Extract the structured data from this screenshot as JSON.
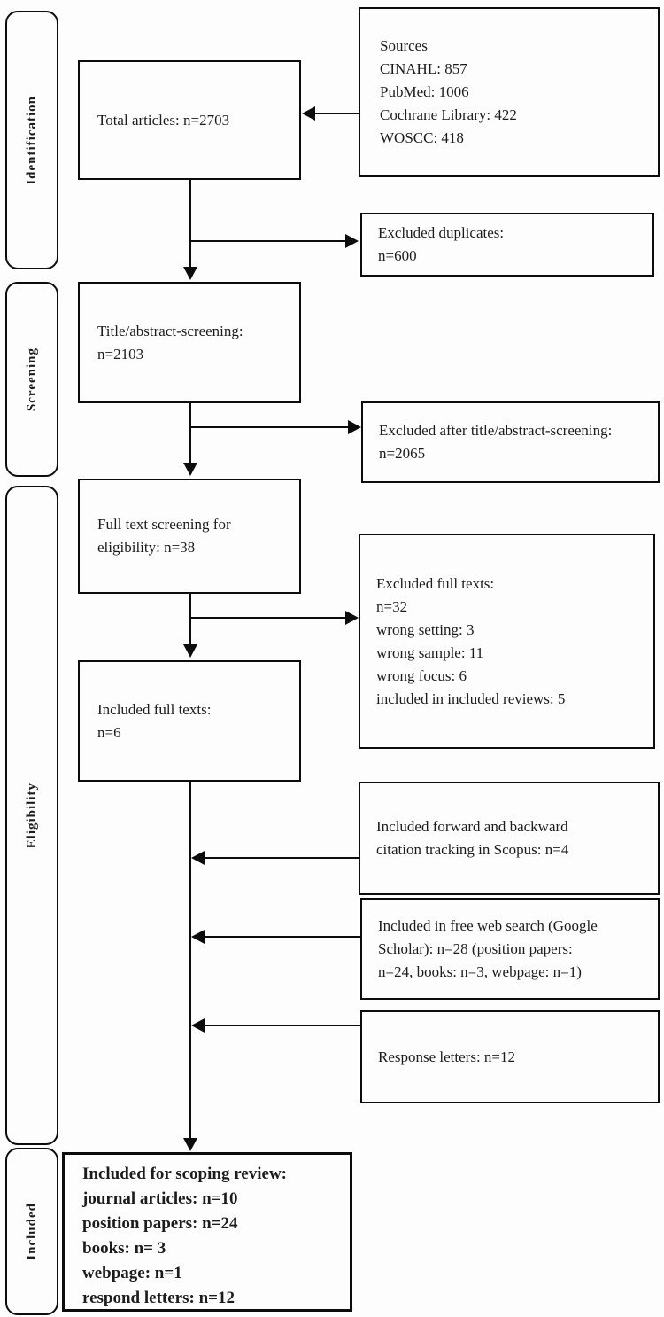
{
  "diagram_title": "Scoping review PRISMA-style flow chart",
  "stages": [
    {
      "label": "Identification"
    },
    {
      "label": "Screening"
    },
    {
      "label": "Eligibility"
    },
    {
      "label": "Included"
    }
  ],
  "boxes": {
    "sources": {
      "lines": [
        "Sources",
        "CINAHL: 857",
        "PubMed: 1006",
        "Cochrane Library: 422",
        "WOSCC: 418"
      ]
    },
    "total_articles": {
      "lines": [
        "Total articles: n=2703"
      ]
    },
    "excluded_duplicates": {
      "lines": [
        "Excluded duplicates:",
        "n=600"
      ]
    },
    "title_abstract_screening": {
      "lines": [
        "Title/abstract-screening:",
        "n=2103"
      ]
    },
    "excluded_title_abstract": {
      "lines": [
        "Excluded after title/abstract-screening:",
        "n=2065"
      ]
    },
    "full_text_screening": {
      "lines": [
        "Full text screening for",
        "eligibility: n=38"
      ]
    },
    "excluded_full_texts": {
      "lines": [
        "Excluded full texts:",
        "n=32",
        "wrong setting: 3",
        "wrong sample: 11",
        "wrong focus: 6",
        "included in included reviews: 5"
      ]
    },
    "included_full_texts": {
      "lines": [
        "Included full texts:",
        "n=6"
      ]
    },
    "citation_tracking": {
      "lines": [
        "Included forward and backward",
        "citation tracking in Scopus: n=4"
      ]
    },
    "web_search": {
      "lines": [
        "Included in free web search (Google",
        "Scholar): n=28 (position papers:",
        "n=24, books: n=3, webpage: n=1)"
      ]
    },
    "response_letters": {
      "lines": [
        "Response letters: n=12"
      ]
    },
    "included_scoping_review": {
      "lines": [
        "Included for scoping review:",
        "journal articles: n=10",
        "position papers: n=24",
        "books: n= 3",
        "webpage: n=1",
        "respond letters: n=12"
      ]
    }
  },
  "colors": {
    "line": "#0c0c0c",
    "background": "#fdfdfd",
    "text": "#1c1c1c"
  }
}
